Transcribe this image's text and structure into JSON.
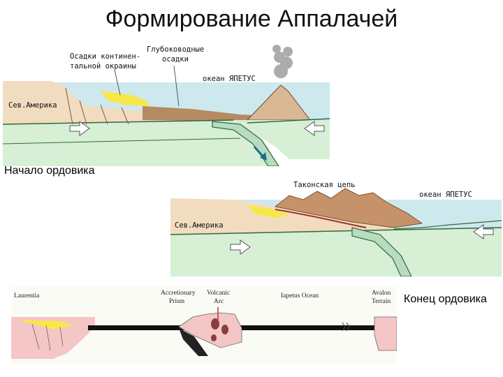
{
  "title": "Формирование Аппалачей",
  "panel1": {
    "caption": "Начало ордовика",
    "labels": {
      "shelf_line1": "Осадки континен-",
      "shelf_line2": "тальной окраины",
      "deep_line1": "Глубоководные",
      "deep_line2": "осадки",
      "ocean": "океан ЯПЕТУС",
      "continent": "Сев.Америка"
    }
  },
  "panel2": {
    "caption": "Конец ордовика",
    "labels": {
      "chain": "Таконская цепь",
      "ocean": "океан ЯПЕТУС",
      "continent": "Сев.Америка"
    }
  },
  "panel3": {
    "labels": {
      "laurentia": "Laurentia",
      "prism_line1": "Accretionary",
      "prism_line2": "Prism",
      "volcanic_line1": "Volcanic",
      "volcanic_line2": "Arc",
      "iapetus": "Iapetus Ocean",
      "avalon_line1": "Avalon",
      "avalon_line2": "Terrain"
    }
  },
  "colors": {
    "sea": "#cde9ee",
    "crust": "#f2dcc0",
    "sediment_yellow": "#f7e84a",
    "deep_sediment": "#b68a62",
    "mantle": "#d6efd5",
    "mountains": "#c6926a",
    "pink_crust": "#f4c6c6"
  }
}
